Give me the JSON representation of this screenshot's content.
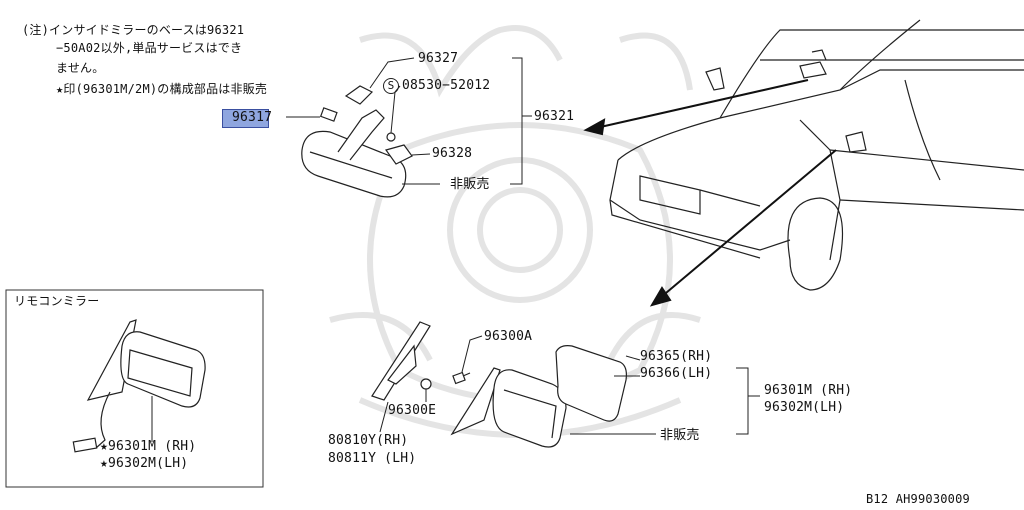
{
  "notes": {
    "line1": "(注)インサイドミラーのベースは96321",
    "line2": "−50A02以外,単品サービスはでき",
    "line3": "ません。",
    "line4": "★印(96301M/2M)の構成部品は非販売"
  },
  "inside_mirror": {
    "highlighted_part": "96317",
    "part_96327": "96327",
    "screw_ref": "08530−52012",
    "screw_symbol": "S",
    "part_96321": "96321",
    "part_96328": "96328",
    "not_for_sale": "非販売"
  },
  "remote_mirror": {
    "box_title": "リモコンミラー",
    "part_rh": "★96301M (RH)",
    "part_lh": "★96302M(LH)"
  },
  "door_mirror": {
    "part_96300A": "96300A",
    "part_96300E": "96300E",
    "part_80810Y": "80810Y(RH)",
    "part_80811Y": "80811Y (LH)",
    "glass_rh": "96365(RH)",
    "glass_lh": "96366(LH)",
    "assy_rh": "96301M (RH)",
    "assy_lh": "96302M(LH)",
    "not_for_sale": "非販売"
  },
  "footer": {
    "code": "B12  AH99030009"
  },
  "colors": {
    "highlight": "#8fa6df",
    "line": "#222222",
    "watermark": "#e6e6e6"
  }
}
